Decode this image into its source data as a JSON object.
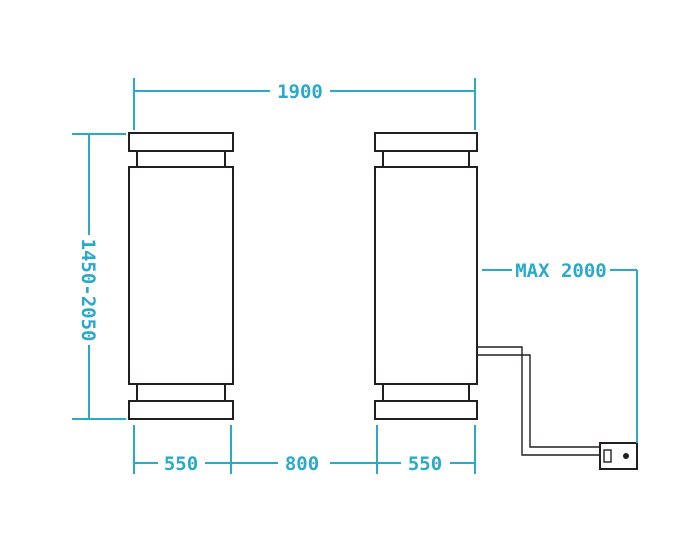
{
  "diagram": {
    "colors": {
      "dimension": "#2aa9c9",
      "outline": "#231f20",
      "background": "#ffffff"
    },
    "labels": {
      "overall_width": "1900",
      "height_range": "1450-2050",
      "left_panel_width": "550",
      "gap_width": "800",
      "right_panel_width": "550",
      "cable_length": "MAX 2000"
    }
  }
}
